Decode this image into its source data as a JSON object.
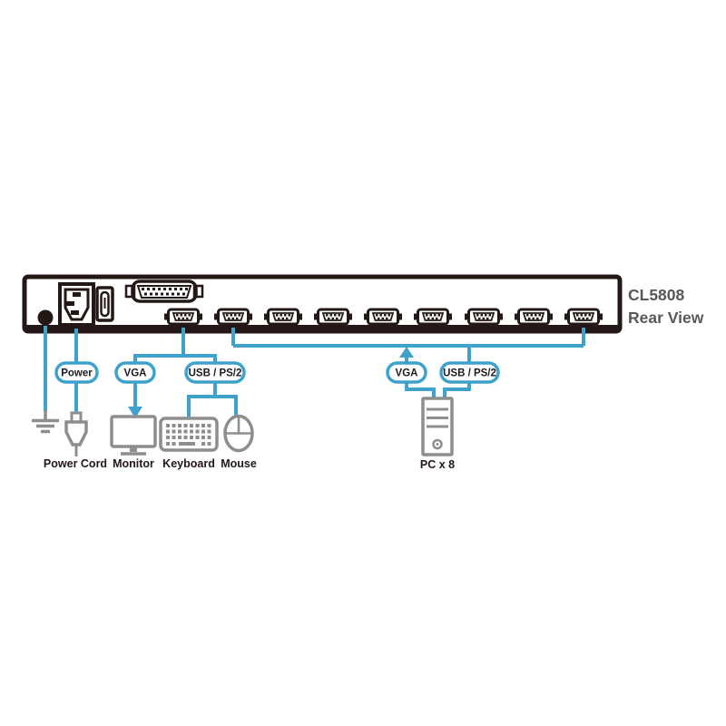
{
  "title": {
    "model": "CL5808",
    "view": "Rear View"
  },
  "pills": {
    "power": "Power",
    "console_vga": "VGA",
    "console_usb": "USB / PS/2",
    "pc_vga": "VGA",
    "pc_usb": "USB / PS/2"
  },
  "captions": {
    "power_cord": "Power Cord",
    "monitor": "Monitor",
    "keyboard": "Keyboard",
    "mouse": "Mouse",
    "pc": "PC x 8"
  },
  "colors": {
    "cable_cyan": "#3EA2CA",
    "panel_dark": "#231815",
    "icon_gray": "#8E8E8E",
    "title_gray": "#595757"
  },
  "icons": {
    "grounding": "ground-symbol-icon",
    "power_plug": "power-plug-icon",
    "monitor": "monitor-icon",
    "keyboard": "keyboard-icon",
    "mouse": "mouse-icon",
    "pc_tower": "pc-tower-icon"
  },
  "rear_panel": {
    "vga_connector_count": 9
  }
}
